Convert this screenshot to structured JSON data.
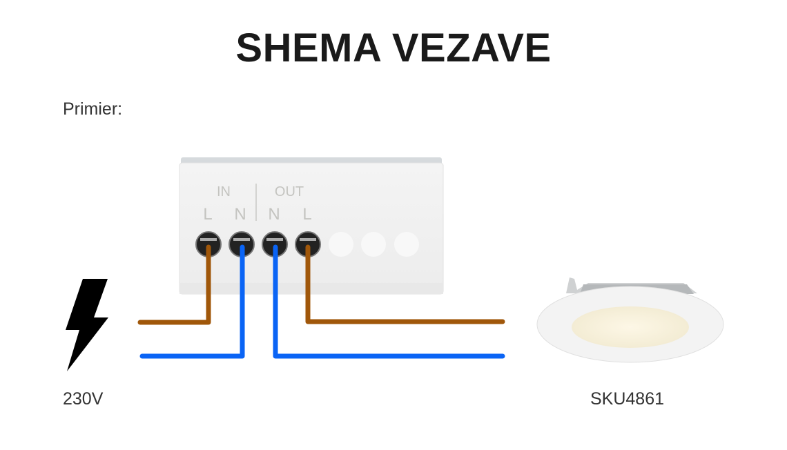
{
  "title": "SHEMA VEZAVE",
  "example_label": "Primier:",
  "source_label": "230V",
  "product_label": "SKU4861",
  "module": {
    "in_label": "IN",
    "out_label": "OUT",
    "terminals": [
      "L",
      "N",
      "N",
      "L"
    ]
  },
  "colors": {
    "live": "#a0570a",
    "neutral": "#0a64f5"
  }
}
